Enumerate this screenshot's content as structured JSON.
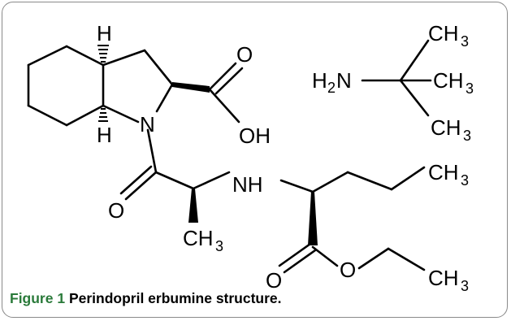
{
  "caption": {
    "figure_label": "Figure 1",
    "text": "Perindopril erbumine structure."
  },
  "atoms": {
    "h_top": "H",
    "h_bottom": "H",
    "n_ring": "N",
    "o_carbonyl_acid": "O",
    "oh": "OH",
    "h2n_text": "H",
    "h2n_sub": "2",
    "h2n_n": "N",
    "ch3_label": "CH",
    "three": "3",
    "nh": "NH",
    "o_amide": "O",
    "o_ester_carbonyl": "O",
    "o_ester": "O"
  },
  "colors": {
    "border": "#8a8a8a",
    "figure_label": "#2a7a3a",
    "bonds": "#000000"
  }
}
